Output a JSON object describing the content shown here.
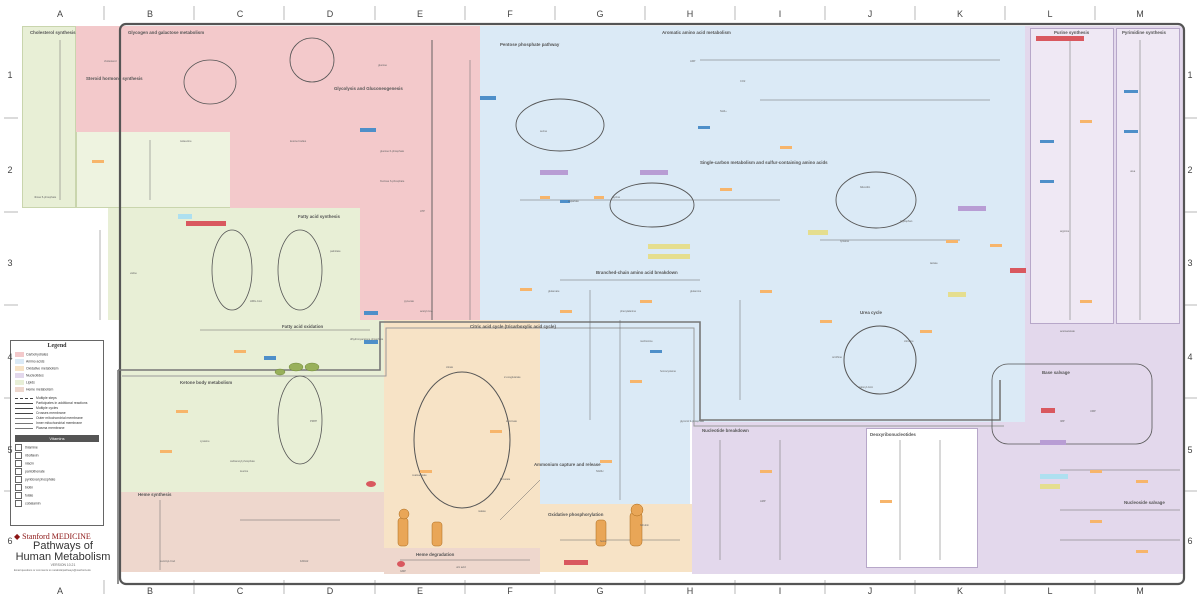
{
  "grid": {
    "columns": [
      "A",
      "B",
      "C",
      "D",
      "E",
      "F",
      "G",
      "H",
      "I",
      "J",
      "K",
      "L",
      "M"
    ],
    "rows": [
      "1",
      "2",
      "3",
      "4",
      "5",
      "6"
    ]
  },
  "colors": {
    "carbohydrates": "#f3c9cb",
    "amino_acids": "#dbeaf6",
    "oxidative": "#f7e3c6",
    "nucleotides": "#e3d8ec",
    "lipids": "#e8efd6",
    "heme": "#eed7cd",
    "frame": "#555555",
    "highlight_orange": "#f7b56b",
    "highlight_blue": "#4e8fc9",
    "highlight_red": "#d9585f"
  },
  "regions": {
    "cholesterol": "Cholesterol synthesis",
    "glycogen": "Glycogen and galactose metabolism",
    "ppp": "Pentose phosphate pathway",
    "aromatic": "Aromatic amino acid metabolism",
    "purine": "Purine synthesis",
    "pyrimidine": "Pyrimidine synthesis",
    "steroid": "Steroid hormone synthesis",
    "glycolysis": "Glycolysis and Gluconeogenesis",
    "onecarbon": "Single-carbon metabolism and sulfur-containing amino acids",
    "fattyacid": "Fatty acid synthesis",
    "bcaa": "Branched-chain amino acid breakdown",
    "fao": "Fatty acid oxidation",
    "tca": "Citric acid cycle (tricarboxylic acid cycle)",
    "urea": "Urea cycle",
    "ketone": "Ketone body metabolism",
    "ammonium": "Ammonium capture and release",
    "oxphos": "Oxidative phosphorylation",
    "nucbreak": "Nucleotide breakdown",
    "deoxy": "Deoxyribonucleotides",
    "basesalvage": "Base salvage",
    "nucsalvage": "Nucleoside salvage",
    "heme": "Heme synthesis",
    "hemedeg": "Heme degradation"
  },
  "metabolites": [
    "glucose",
    "glucose 6-phosphate",
    "fructose 6-phosphate",
    "pyruvate",
    "acetyl-CoA",
    "citrate",
    "oxaloacetate",
    "malate",
    "fumarate",
    "succinate",
    "2-oxoglutarate",
    "glutamate",
    "glutamine",
    "aspartate",
    "glycine",
    "serine",
    "ribose 5-phosphate",
    "cholesterol",
    "HMG-CoA",
    "palmitate",
    "malonyl-CoA",
    "ornithine",
    "citrulline",
    "arginine",
    "urea",
    "IMP",
    "UMP",
    "AMP",
    "GMP",
    "uric acid",
    "heme",
    "bilirubin",
    "NADH",
    "ATP",
    "ADP",
    "CO2",
    "NH4+",
    "biliverdin",
    "tryptophan",
    "tyrosine",
    "phenylalanine",
    "methionine",
    "homocysteine",
    "cysteine",
    "leucine",
    "valine",
    "isoleucine",
    "ketone bodies",
    "acetoacetate",
    "lactate",
    "glycerol 3-phosphate",
    "dihydroxyacetone phosphate",
    "PRPP",
    "carbamoyl phosphate",
    "succinyl-CoA",
    "FADH2"
  ],
  "legend": {
    "title": "Legend",
    "items": [
      {
        "label": "Carbohydrates",
        "color": "#f3c9cb"
      },
      {
        "label": "Amino acids",
        "color": "#dbeaf6"
      },
      {
        "label": "Oxidative metabolism",
        "color": "#f7e3c6"
      },
      {
        "label": "Nucleotides",
        "color": "#e3d8ec"
      },
      {
        "label": "Lipids",
        "color": "#e8efd6"
      },
      {
        "label": "Heme metabolism",
        "color": "#eed7cd"
      }
    ],
    "lines": [
      "Multiple steps",
      "Participates in additional reactions",
      "Multiple cycles",
      "Crosses membrane",
      "Outer mitochondrial membrane",
      "Inner mitochondrial membrane",
      "Plasma membrane"
    ],
    "vitamins_title": "Vitamins",
    "vitamins": [
      "thiamine",
      "riboflavin",
      "niacin",
      "pantothenate",
      "pyridoxal phosphate",
      "biotin",
      "folate",
      "cobalamin"
    ]
  },
  "brand": {
    "org": "Stanford MEDICINE",
    "title_line1": "Pathways of",
    "title_line2": "Human Metabolism",
    "version": "VERSION 10.21",
    "footer": "Email questions or comments to metabolicpathways@stanford.edu"
  }
}
